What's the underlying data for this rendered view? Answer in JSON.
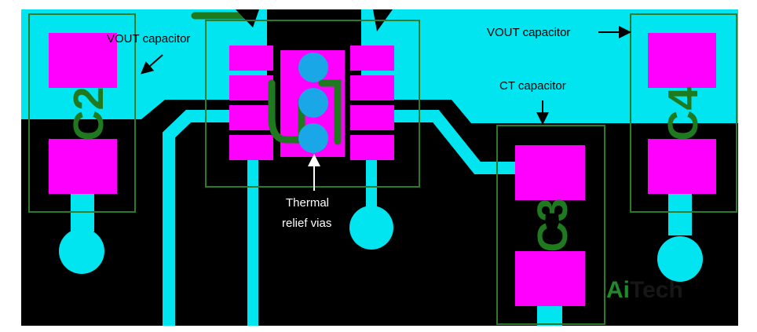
{
  "colors": {
    "background": "#000000",
    "copper_plane": "#00e5f0",
    "pad": "#ff00ff",
    "via": "#19a7e8",
    "silkscreen": "#1f7a1f",
    "outline": "#2a7a2a",
    "logo_ai": "#1f8a2a",
    "logo_tech": "#1a1a1a"
  },
  "components": {
    "c2": "C2",
    "c4": "C4",
    "c3": "C3"
  },
  "annotations": {
    "vout_left": "VOUT capacitor",
    "vout_right": "VOUT capacitor",
    "ct": "CT capacitor",
    "thermal_line1": "Thermal",
    "thermal_line2": "relief vias"
  },
  "logo": {
    "ai": "Ai",
    "tech": "Tech"
  }
}
